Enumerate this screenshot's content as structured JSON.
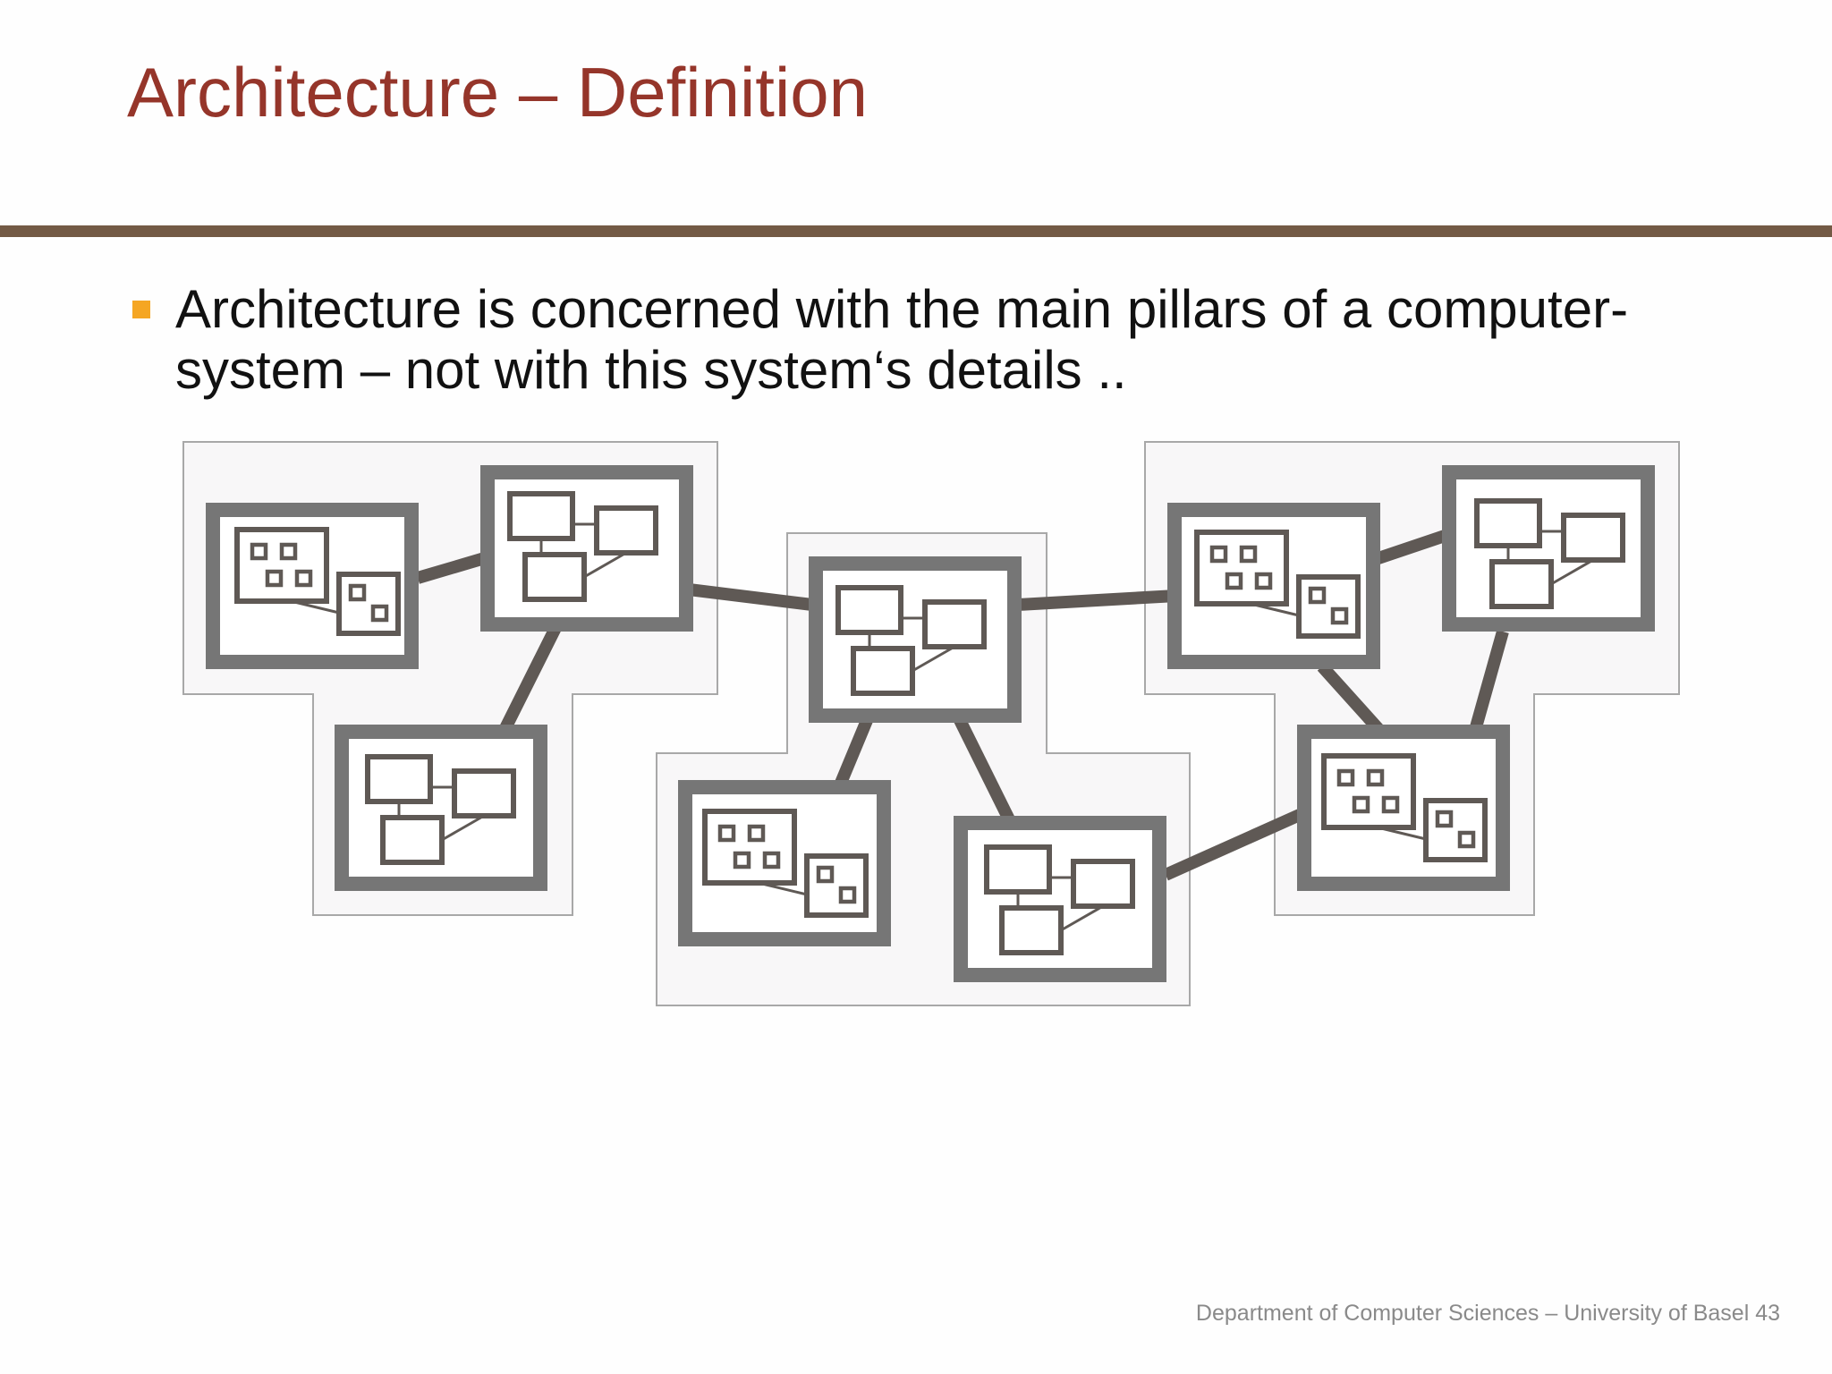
{
  "slide": {
    "title": "Architecture – Definition",
    "bullet_text": "Architecture is concerned with the main pillars of a computer-system – not with this system‘s details ..",
    "footer": "Department of Computer Sciences – University of Basel 43"
  },
  "colors": {
    "title": "#95352a",
    "rule": "#735a45",
    "bullet": "#f5a623",
    "module_frame": "#767676",
    "connector": "#5f5955",
    "group_background": "#f8f7f8",
    "group_border": "#a8a8a8"
  },
  "diagram": {
    "groups": [
      {
        "name": "left-cluster"
      },
      {
        "name": "center-cluster"
      },
      {
        "name": "right-cluster"
      }
    ],
    "modules": [
      {
        "name": "module-left-1",
        "icon": "component-grid-icon"
      },
      {
        "name": "module-left-2",
        "icon": "component-boxes-icon"
      },
      {
        "name": "module-left-3",
        "icon": "component-boxes-icon"
      },
      {
        "name": "module-center-1",
        "icon": "component-boxes-icon"
      },
      {
        "name": "module-center-2",
        "icon": "component-grid-icon"
      },
      {
        "name": "module-center-3",
        "icon": "component-boxes-icon"
      },
      {
        "name": "module-right-1",
        "icon": "component-grid-icon"
      },
      {
        "name": "module-right-2",
        "icon": "component-boxes-icon"
      },
      {
        "name": "module-right-3",
        "icon": "component-grid-icon"
      }
    ]
  }
}
